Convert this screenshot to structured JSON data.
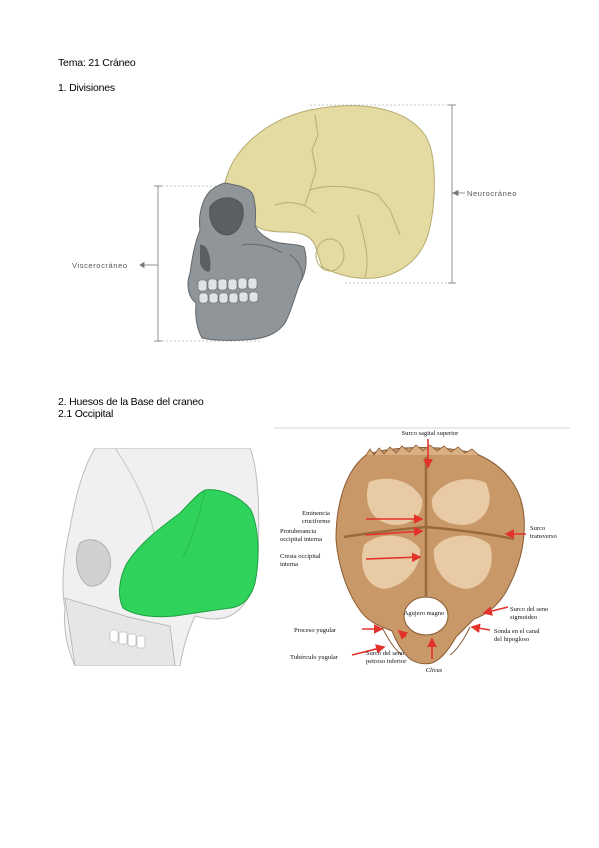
{
  "doc": {
    "title": "Tema: 21 Cráneo",
    "section1": "1.   Divisiones",
    "section2": "2. Huesos de la Base del craneo",
    "section2_1": "2.1 Occipital"
  },
  "fig1": {
    "label_viscero": "Viscerocráneo",
    "label_neuro": "Neurocráneo",
    "colors": {
      "neuro": "#e4dba3",
      "viscero": "#8f9598"
    }
  },
  "fig2": {
    "colors": {
      "bone": "#f0f0f0",
      "occipital": "#2fd35b"
    }
  },
  "fig3": {
    "colors": {
      "bone": "#c89868",
      "arrow": "#e2322a"
    },
    "labels": {
      "sagital": "Surco sagital superior",
      "eminencia_1": "Eminencia",
      "eminencia_2": "cruciforme",
      "protuberancia_1": "Protuberancia",
      "protuberancia_2": "occipital interna",
      "cresta_1": "Cresta occipital",
      "cresta_2": "interna",
      "transverso_1": "Surco",
      "transverso_2": "transverso",
      "sigmoideo_1": "Surco del seno",
      "sigmoideo_2": "sigmoideo",
      "agujero": "Agujero magno",
      "proceso": "Proceso yugular",
      "sonda_1": "Sonda en el canal",
      "sonda_2": "del hipogloso",
      "tuberculo": "Tubérculo yugular",
      "petroso_1": "Surco del seno",
      "petroso_2": "petroso inferior",
      "clivus": "Clivus"
    }
  }
}
